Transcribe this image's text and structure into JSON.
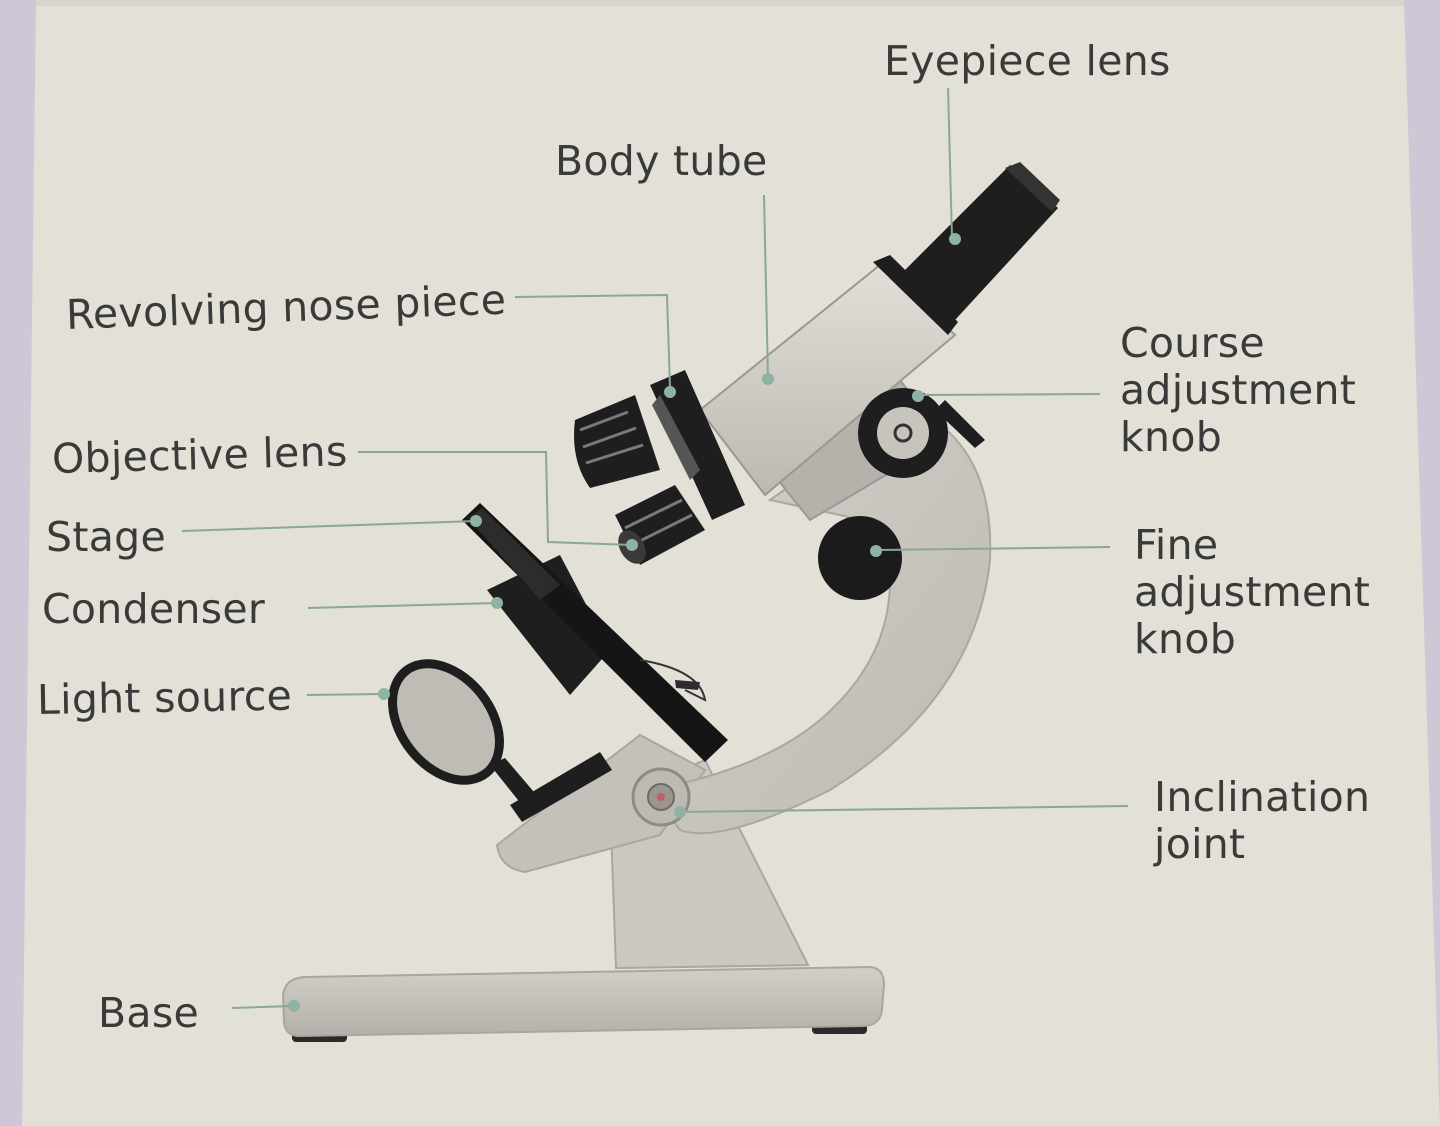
{
  "labels": {
    "eyepiece": "Eyepiece lens",
    "body_tube": "Body tube",
    "nose_piece": "Revolving nose piece",
    "objective": "Objective lens",
    "stage": "Stage",
    "condenser": "Condenser",
    "light_source": "Light source",
    "base": "Base",
    "coarse": [
      "Course",
      "adjustment",
      "knob"
    ],
    "fine": [
      "Fine",
      "adjustment",
      "knob"
    ],
    "inclination": [
      "Inclination",
      "joint"
    ]
  },
  "colors": {
    "background": "#cfc6d6",
    "paper": "#e3e0d7",
    "leader_line": "#8aa79a",
    "leader_dot": "#8fb3a2",
    "text": "#3a3a3a",
    "metal_light": "#c9c6c0",
    "metal_dark": "#1e1e1e"
  }
}
